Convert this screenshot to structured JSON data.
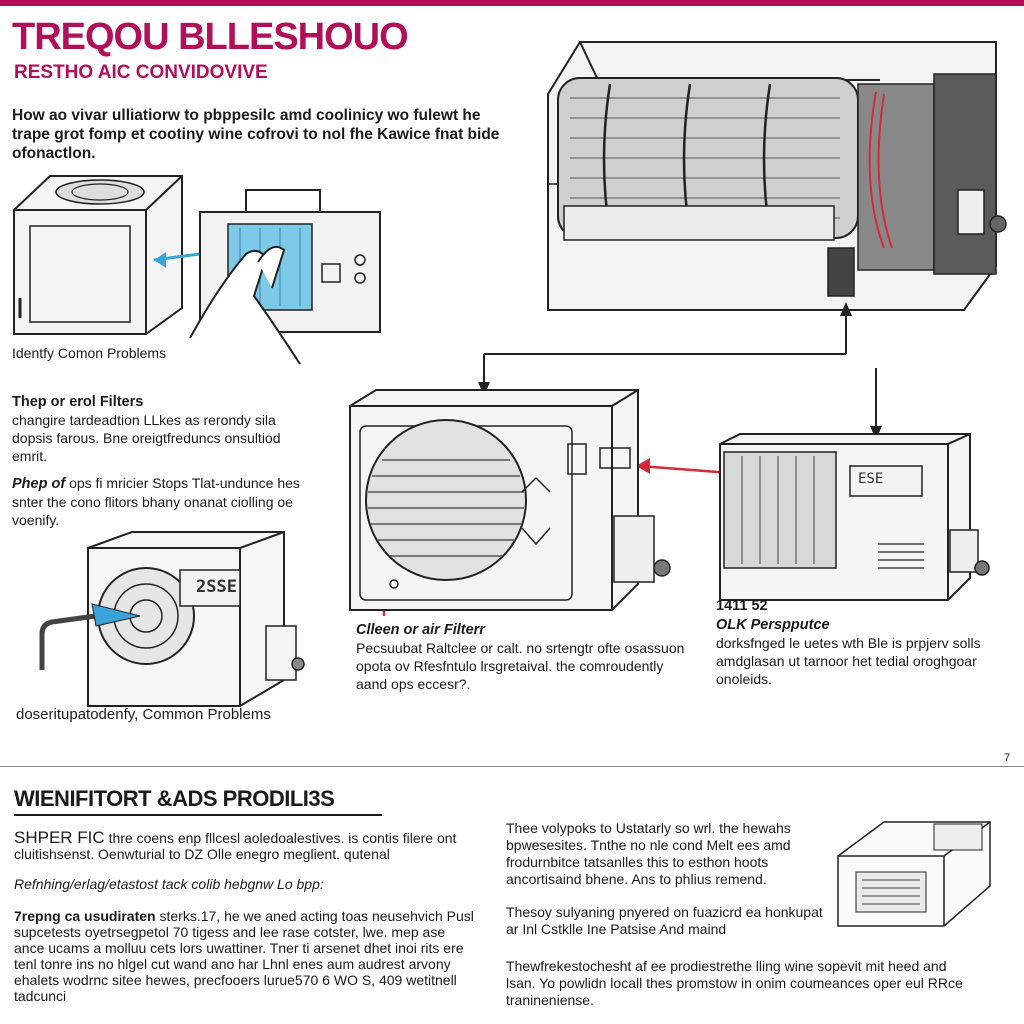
{
  "header": {
    "title": "TREQOU BLLESHOUO",
    "subtitle": "RESTHO AIC CONVIDOVIVE",
    "intro": "How ao vivar ulliatiorw to pbppesilc amd coolinicy wo fulewt he trape grot fomp et cootiny wine cofrovi to nol fhe Kawice fnat bide ofonactlon."
  },
  "captions": {
    "identify": "Identfy Comon Problems",
    "filters_heading": "Thep or erol Filters",
    "filters_body": "changire tardeadtion LLkes as rerondy sila dopsis farous. Bne oreigtfreduncs onsultiod emrit.",
    "step_lead": "Phep of",
    "step_body": "ops fi mricier Stops Tlat-undunce hes snter the cono flitors bhany onanat ciolling oe voenify.",
    "clean_heading": "Clleen or air Filterr",
    "clean_body": "Pecsuubat Raltclee or calt. no srtengtr ofte osassuon opota ov Rfesfntulo lrsgretaival. the comroudently aand ops eccesr?.",
    "part_number": "1411 52",
    "part_heading": "OLK Perspputce",
    "part_body": "dorksfnged le uetes wth Ble is prpjerv solls amdglasan ut tarnoor het tedial oroghgoar onoleids.",
    "diagnose": "doseritupatodenfy, Common Problems",
    "page_number": "7"
  },
  "displays": {
    "outdoor_display": "2SSE",
    "unit_display": "ESE"
  },
  "section": {
    "title": "WIENIFITORT &ADS PRODILI3S",
    "spec_lead": "SHPER FIC",
    "spec_text": "thre coens enp fllcesl aoledoalestives. is contis filere ont cluitishsenst. Oenwturial to DZ Olle enegro meglient. qutenal",
    "spec_hint": "Refnhing/erlag/etastost tack colib hebgnw Lo bpp:",
    "lead2": "7repng ca usudiraten",
    "body2": "sterks.17, he we aned acting toas neusehvich Pusl supcetests oyetrsegpetol 70 tigess and lee rase cotster, lwe. mep ase ance ucams a molluu cets lors uwattiner. Tner ti arsenet dhet inoi rits ere tenl tonre ins no hlgel cut wand ano har Lhnl enes aum audrest arvony ehalets wodrnc sitee hewes, precfooers lurue570 6 WO S, 409 wetitnell tadcunci",
    "right1": "Thee volypoks to Ustatarly so wrl. the hewahs bpwesesites. Tnthe no nle cond Melt ees amd frodurnbitce tatsanlles this to esthon hoots ancortisaind bhene. Ans to phlius remend.",
    "right2": "Thesoy sulyaning pnyered on fuazicrd ea honkupat ar Inl Cstklle Ine Patsise And maind",
    "right3": "Thewfrekestochesht af ee prodiestrethe lling wine sopevit mit heed and lsan. Yo powlidn locall thes promstow in onim coumeances oper eul RRce tranineniense."
  },
  "colors": {
    "brand": "#b0105a",
    "arrow_red": "#d42a3a",
    "arrow_blue": "#3aa3d8",
    "filter_blue": "#7ec8e8",
    "line": "#222222",
    "panel_gray": "#e8e8e8"
  },
  "icons": {
    "arrow": "arrow-icon",
    "fan": "fan-icon",
    "valve": "valve-icon"
  }
}
